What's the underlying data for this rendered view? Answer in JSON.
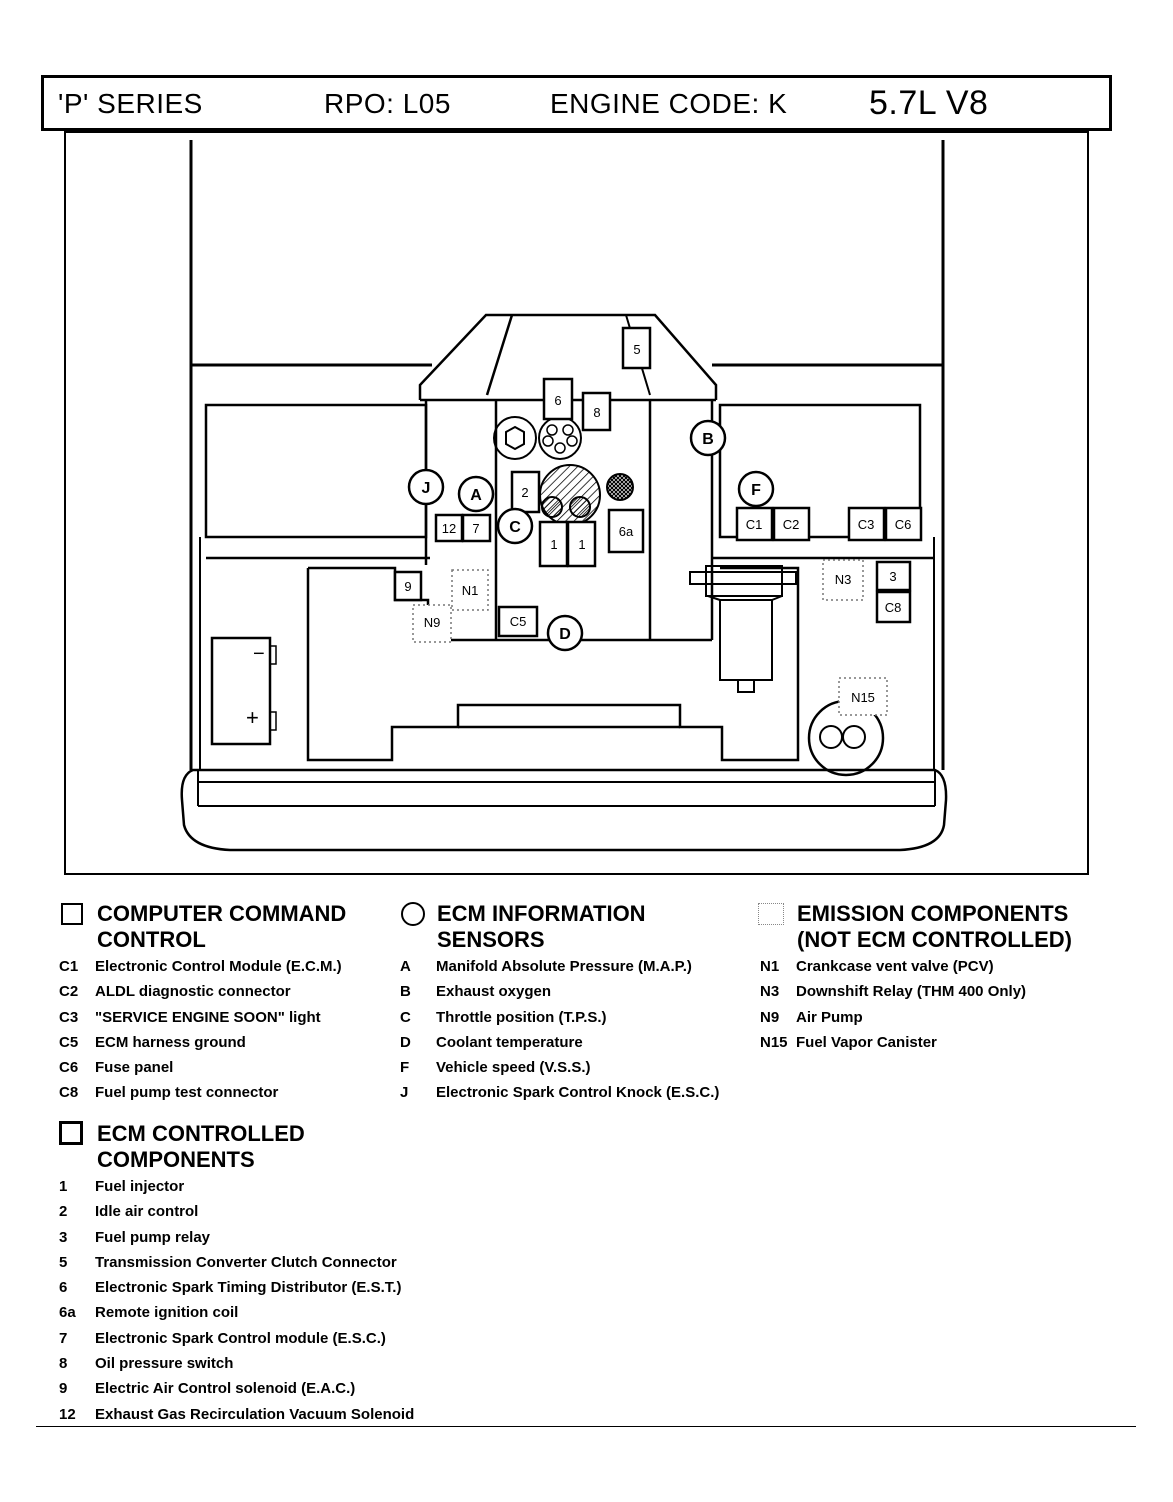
{
  "header": {
    "series": "'P' SERIES",
    "rpo": "RPO: L05",
    "engine_code": "ENGINE CODE: K",
    "engine": "5.7L  V8"
  },
  "diagram_labels": {
    "n5": "5",
    "n6": "6",
    "n8": "8",
    "n2": "2",
    "n1a": "1",
    "n1b": "1",
    "n6a": "6a",
    "n12": "12",
    "n7": "7",
    "n9": "9",
    "n3": "3",
    "c1": "C1",
    "c2": "C2",
    "c3": "C3",
    "c6": "C6",
    "c5": "C5",
    "c8": "C8",
    "a": "A",
    "b": "B",
    "c": "C",
    "d": "D",
    "f": "F",
    "j": "J",
    "en1": "N1",
    "en3": "N3",
    "en9": "N9",
    "en15": "N15",
    "bat_minus": "−",
    "bat_plus": "+"
  },
  "legend": {
    "ccc": {
      "title": "COMPUTER COMMAND CONTROL",
      "items": [
        {
          "code": "C1",
          "text": "Electronic Control Module (E.C.M.)"
        },
        {
          "code": "C2",
          "text": "ALDL diagnostic connector"
        },
        {
          "code": "C3",
          "text": "\"SERVICE ENGINE SOON\" light"
        },
        {
          "code": "C5",
          "text": "ECM harness ground"
        },
        {
          "code": "C6",
          "text": "Fuse panel"
        },
        {
          "code": "C8",
          "text": "Fuel pump test connector"
        }
      ]
    },
    "sensors": {
      "title": "ECM INFORMATION SENSORS",
      "items": [
        {
          "code": "A",
          "text": "Manifold Absolute Pressure (M.A.P.)"
        },
        {
          "code": "B",
          "text": "Exhaust oxygen"
        },
        {
          "code": "C",
          "text": "Throttle position (T.P.S.)"
        },
        {
          "code": "D",
          "text": "Coolant temperature"
        },
        {
          "code": "F",
          "text": "Vehicle speed (V.S.S.)"
        },
        {
          "code": "J",
          "text": "Electronic Spark Control Knock (E.S.C.)"
        }
      ]
    },
    "emission": {
      "title": "EMISSION COMPONENTS (NOT ECM CONTROLLED)",
      "items": [
        {
          "code": "N1",
          "text": "Crankcase vent valve (PCV)"
        },
        {
          "code": "N3",
          "text": "Downshift Relay (THM 400 Only)"
        },
        {
          "code": "N9",
          "text": "Air Pump"
        },
        {
          "code": "N15",
          "text": "Fuel Vapor Canister"
        }
      ]
    },
    "controlled": {
      "title": "ECM CONTROLLED COMPONENTS",
      "items": [
        {
          "code": "1",
          "text": "Fuel injector"
        },
        {
          "code": "2",
          "text": "Idle air control"
        },
        {
          "code": "3",
          "text": "Fuel pump relay"
        },
        {
          "code": "5",
          "text": "Transmission Converter Clutch Connector"
        },
        {
          "code": "6",
          "text": "Electronic Spark Timing Distributor (E.S.T.)"
        },
        {
          "code": "6a",
          "text": "Remote ignition coil"
        },
        {
          "code": "7",
          "text": "Electronic Spark Control module (E.S.C.)"
        },
        {
          "code": "8",
          "text": "Oil pressure switch"
        },
        {
          "code": "9",
          "text": "Electric Air Control solenoid (E.A.C.)"
        },
        {
          "code": "12",
          "text": "Exhaust Gas Recirculation Vacuum Solenoid"
        }
      ]
    }
  }
}
